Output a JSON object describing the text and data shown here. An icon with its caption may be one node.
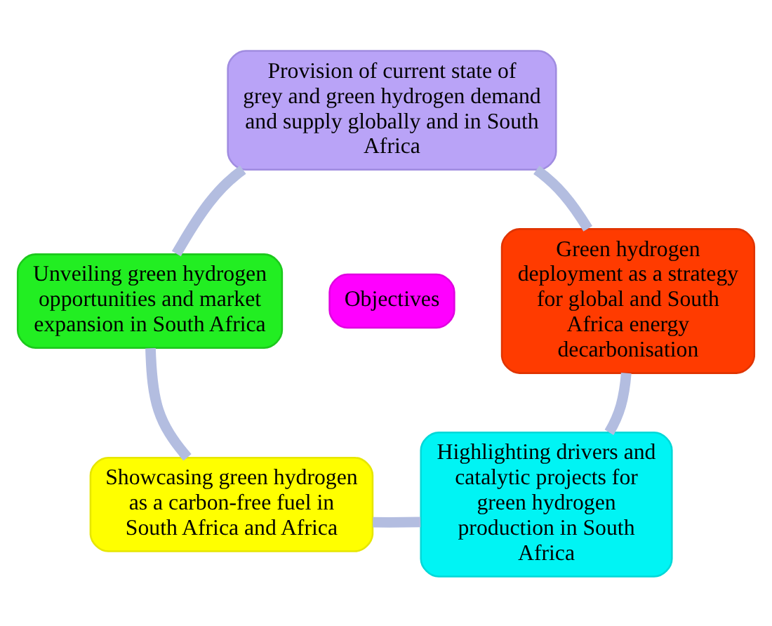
{
  "diagram": {
    "nodes": [
      {
        "text": [
          "Provision of current state of grey and green hydrogen demand and supply globally and in South Africa"
        ]
      },
      {
        "text": [
          "Unveiling green hydrogen opportunities and market expansion in South Africa"
        ]
      },
      {
        "text": [
          "Green hydrogen deployment as a strategy for global and South Africa energy decarbonisation"
        ]
      },
      {
        "text": [
          "Objectives"
        ]
      },
      {
        "text": [
          "Showcasing green hydrogen as a carbon-free fuel in South Africa and Africa"
        ]
      },
      {
        "text": [
          "Highlighting drivers and catalytic projects for green hydrogen production in South Africa"
        ]
      }
    ],
    "edges": [
      {
        "from": 0,
        "to": 2,
        "arrow": "none"
      },
      {
        "from": 2,
        "to": 5,
        "arrow": "none"
      },
      {
        "from": 5,
        "to": 4,
        "arrow": "none"
      },
      {
        "from": 4,
        "to": 1,
        "arrow": "none"
      },
      {
        "from": 1,
        "to": 0,
        "arrow": "none"
      }
    ]
  }
}
